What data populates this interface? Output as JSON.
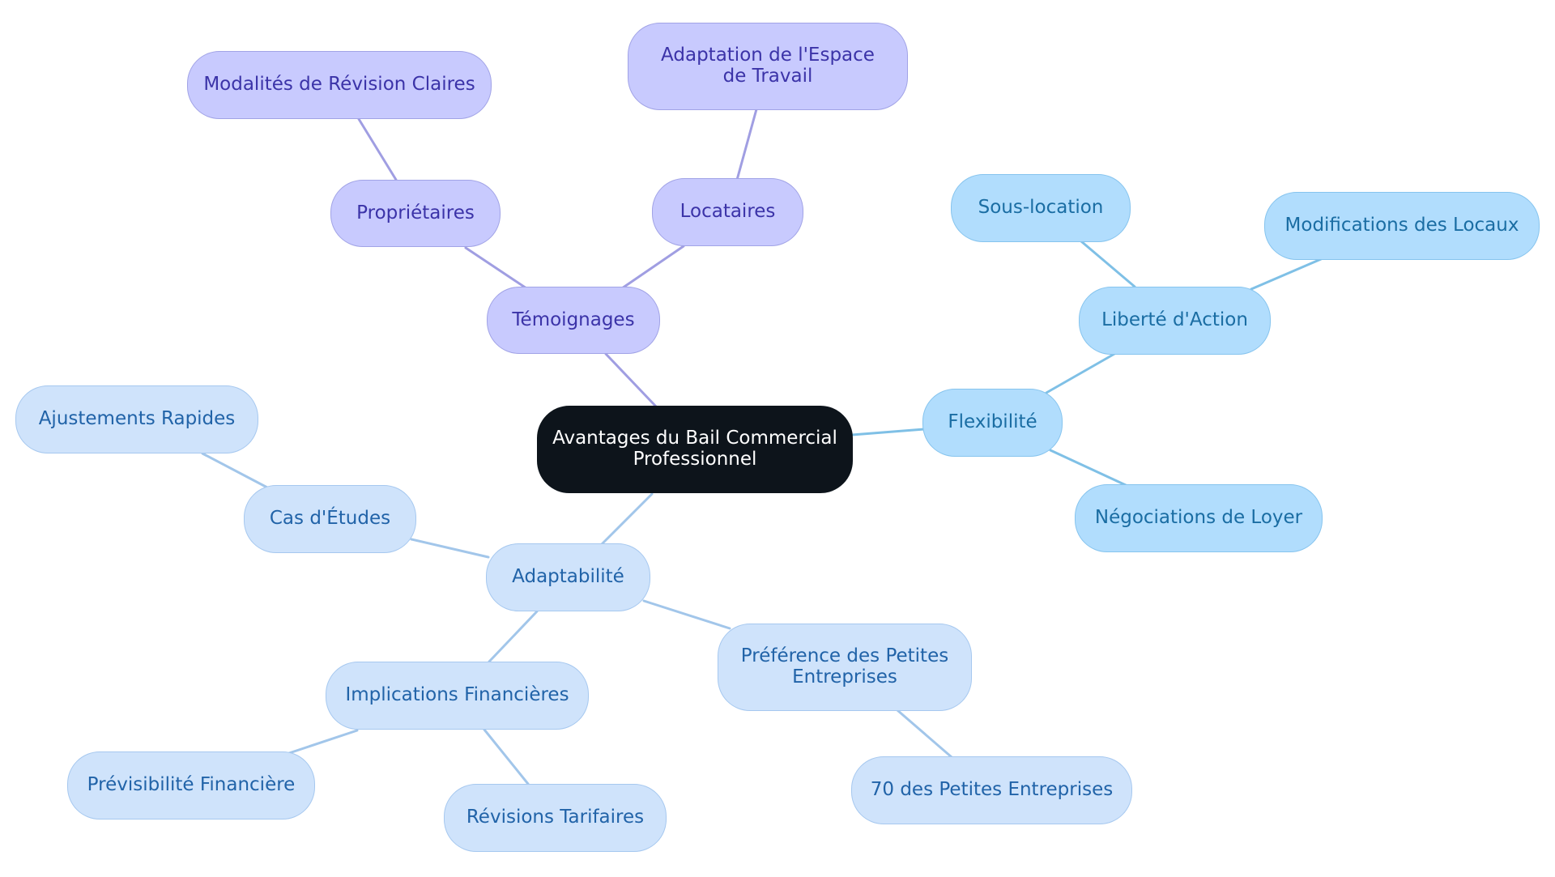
{
  "diagram": {
    "type": "mindmap",
    "colors": {
      "root_fill": "#0d141b",
      "root_text": "#ffffff",
      "purple_fill": "#c8cafe",
      "purple_text": "#3b33a8",
      "purple_line": "#a09ee2",
      "sky_fill": "#b1ddfd",
      "sky_text": "#1a6da3",
      "sky_line": "#7fc0e6",
      "pale_fill": "#cfe3fb",
      "pale_text": "#2163a8",
      "pale_line": "#a2c6ea"
    },
    "nodes": {
      "root": "Avantages du Bail Commercial Professionnel",
      "temoignages": "Témoignages",
      "proprietaires": "Propriétaires",
      "modalites": "Modalités de Révision Claires",
      "locataires": "Locataires",
      "adaptation": "Adaptation de l'Espace de Travail",
      "flexibilite": "Flexibilité",
      "liberte": "Liberté d'Action",
      "sous_location": "Sous-location",
      "modifications": "Modifications des Locaux",
      "negociations": "Négociations de Loyer",
      "adaptabilite": "Adaptabilité",
      "cas_etudes": "Cas d'Études",
      "ajustements": "Ajustements Rapides",
      "implications": "Implications Financières",
      "previsibilite": "Prévisibilité Financière",
      "revisions": "Révisions Tarifaires",
      "preference": "Préférence des Petites Entreprises",
      "pourcentage": "70 des Petites Entreprises"
    },
    "edges": [
      [
        "root",
        "temoignages"
      ],
      [
        "temoignages",
        "proprietaires"
      ],
      [
        "proprietaires",
        "modalites"
      ],
      [
        "temoignages",
        "locataires"
      ],
      [
        "locataires",
        "adaptation"
      ],
      [
        "root",
        "flexibilite"
      ],
      [
        "flexibilite",
        "liberte"
      ],
      [
        "liberte",
        "sous_location"
      ],
      [
        "liberte",
        "modifications"
      ],
      [
        "flexibilite",
        "negociations"
      ],
      [
        "root",
        "adaptabilite"
      ],
      [
        "adaptabilite",
        "cas_etudes"
      ],
      [
        "cas_etudes",
        "ajustements"
      ],
      [
        "adaptabilite",
        "implications"
      ],
      [
        "implications",
        "previsibilite"
      ],
      [
        "implications",
        "revisions"
      ],
      [
        "adaptabilite",
        "preference"
      ],
      [
        "preference",
        "pourcentage"
      ]
    ]
  }
}
